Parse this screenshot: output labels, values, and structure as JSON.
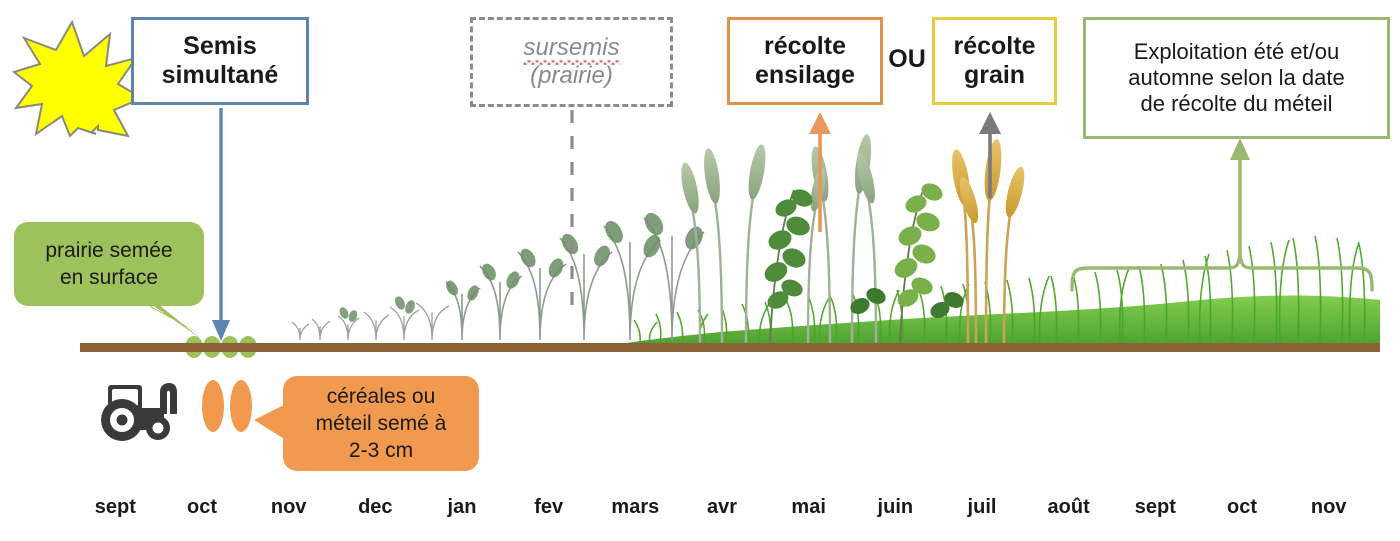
{
  "diagram": {
    "title_boxes": {
      "semis": {
        "line1": "Semis",
        "line2": "simultané"
      },
      "sursemis": {
        "line1": "sursemis",
        "line2": "(prairie)"
      },
      "ensilage": {
        "line1": "récolte",
        "line2": "ensilage"
      },
      "ou": "OU",
      "grain": {
        "line1": "récolte",
        "line2": "grain"
      },
      "exploitation": {
        "line1": "Exploitation été et/ou",
        "line2": "automne selon la date",
        "line3": "de récolte du méteil"
      }
    },
    "callouts": {
      "prairie": {
        "line1": "prairie semée",
        "line2": "en surface"
      },
      "cereales": {
        "line1": "céréales ou",
        "line2": "méteil semé à",
        "line3": "2-3 cm"
      }
    },
    "timeline": {
      "months": [
        "sept",
        "oct",
        "nov",
        "dec",
        "jan",
        "fev",
        "mars",
        "avr",
        "mai",
        "juin",
        "juil",
        "août",
        "sept",
        "oct",
        "nov"
      ]
    },
    "icons": {
      "starburst": "starburst-icon",
      "tractor": "tractor-icon"
    },
    "colors": {
      "semis_border": "#5b84b1",
      "sursemis_border": "#8c8c8c",
      "ensilage_border": "#e0924a",
      "grain_border": "#e8cc3f",
      "exploitation_border": "#9bb873",
      "prairie_bubble": "#9dc25c",
      "cereales_bubble": "#f0994f",
      "soil": "#8a6236",
      "starburst": "#ffff00",
      "grass": "#5fb733",
      "ripe_wheat": "#d8a93f"
    }
  }
}
